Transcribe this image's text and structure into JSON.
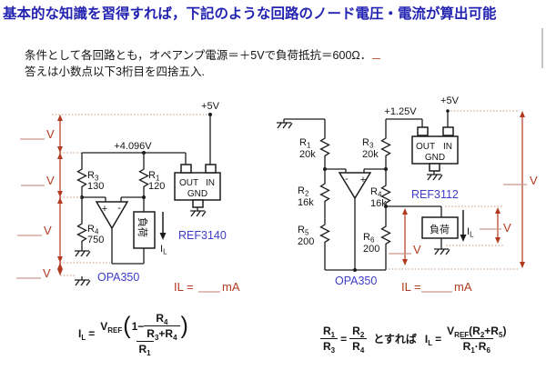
{
  "title": "基本的な知識を習得すれば，下記のような回路のノード電圧・電流が算出可能",
  "intro": {
    "line1": "条件として各回路とも，オペアンプ電源＝＋5Vで負荷抵抗＝600Ω．",
    "line2": "答えは小数点以下3桁目を四捨五入."
  },
  "colors": {
    "title_blue": "#2323b2",
    "part_label_blue": "#3c3cc8",
    "measurement_red": "#b23a1f",
    "dotted_tan": "#c89b7b",
    "blank_underscore": "#c9988a"
  },
  "left": {
    "supply": "+5V",
    "node_voltage": "+4.096V",
    "r3": {
      "n": "R",
      "s": "3",
      "v": "130"
    },
    "r1": {
      "n": "R",
      "s": "1",
      "v": "120"
    },
    "r4": {
      "n": "R",
      "s": "4",
      "v": "750"
    },
    "ref": {
      "out": "OUT",
      "in": "IN",
      "gnd": "GND",
      "name": "REF3140"
    },
    "opamp": {
      "plus": "+",
      "minus": "-",
      "name": "OPA350"
    },
    "load": "負荷",
    "il": {
      "n": "I",
      "s": "L"
    },
    "answer": {
      "pre": "IL =",
      "post": "mA"
    },
    "v1": "V",
    "v2": "V",
    "v3": "V",
    "v4": "V"
  },
  "right": {
    "supply": "+5V",
    "node_voltage": "+1.25V",
    "r1": {
      "n": "R",
      "s": "1",
      "v": "20k"
    },
    "r2": {
      "n": "R",
      "s": "2",
      "v": "16k"
    },
    "r5": {
      "n": "R",
      "s": "5",
      "v": "200"
    },
    "r3": {
      "n": "R",
      "s": "3",
      "v": "20k"
    },
    "r4": {
      "n": "R",
      "s": "4",
      "v": "16k"
    },
    "r6": {
      "n": "R",
      "s": "6",
      "v": "200"
    },
    "ref": {
      "out": "OUT",
      "in": "IN",
      "gnd": "GND",
      "name": "REF3112"
    },
    "opamp": {
      "plus": "+",
      "minus": "-",
      "name": "OPA350"
    },
    "load": "負荷",
    "il": {
      "n": "I",
      "s": "L"
    },
    "answer": {
      "pre": "IL =",
      "post": "mA"
    },
    "v1": "V",
    "v2": "V",
    "v3": "V"
  },
  "formula_left": {
    "lhs": "I",
    "lhs_sub": "L",
    "eq": "=",
    "vref": "V",
    "vref_sub": "REF",
    "open": "(",
    "one": "1−",
    "close": ")",
    "inner_num": "R",
    "inner_num_sub": "4",
    "inner_den1": "R",
    "inner_den1_sub": "3",
    "plus": "+",
    "inner_den2": "R",
    "inner_den2_sub": "4",
    "den": "R",
    "den_sub": "1"
  },
  "formula_right": {
    "c_n1": "R",
    "c_n1s": "1",
    "c_d1": "R",
    "c_d1s": "3",
    "c_eq": "=",
    "c_n2": "R",
    "c_n2s": "2",
    "c_d2": "R",
    "c_d2s": "4",
    "cond_text": "とすれば",
    "lhs": "I",
    "lhs_sub": "L",
    "eq": "=",
    "num_v": "V",
    "num_vs": "REF",
    "num_p1": "(R",
    "num_p1s": "2",
    "num_p2": "+R",
    "num_p2s": "5",
    "num_close": ")",
    "den1": "R",
    "den1s": "1",
    "dot": "·",
    "den2": "R",
    "den2s": "6"
  }
}
